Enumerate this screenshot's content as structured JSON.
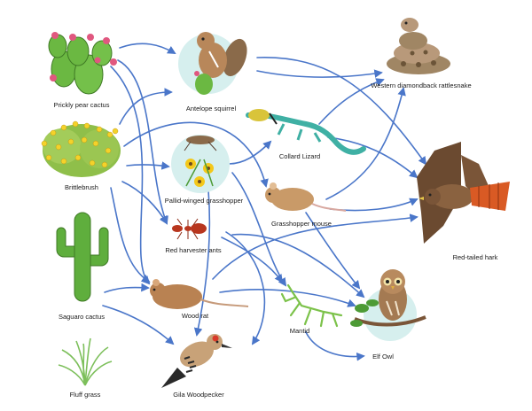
{
  "organisms": {
    "prickly_pear": "Prickly pear cactus",
    "brittlebrush": "Brittlebrush",
    "saguaro": "Saguaro cactus",
    "fluff_grass": "Fluff grass",
    "antelope_squirrel": "Antelope squirrel",
    "grasshopper": "Pallid-winged grasshopper",
    "harvester_ants": "Red harvester ants",
    "wood_rat": "Wood rat",
    "woodpecker": "Gila Woodpecker",
    "rattlesnake": "Western diamondback rattlesnake",
    "lizard": "Collard Lizard",
    "grasshopper_mouse": "Grasshopper mouse",
    "hawk": "Red-tailed hark",
    "mantid": "Mantid",
    "owl": "Elf Owl"
  },
  "colors": {
    "arrow": "#4a76c9",
    "circle": "#d6efee",
    "cactus": "#6bb842",
    "flower": "#e0577f"
  }
}
